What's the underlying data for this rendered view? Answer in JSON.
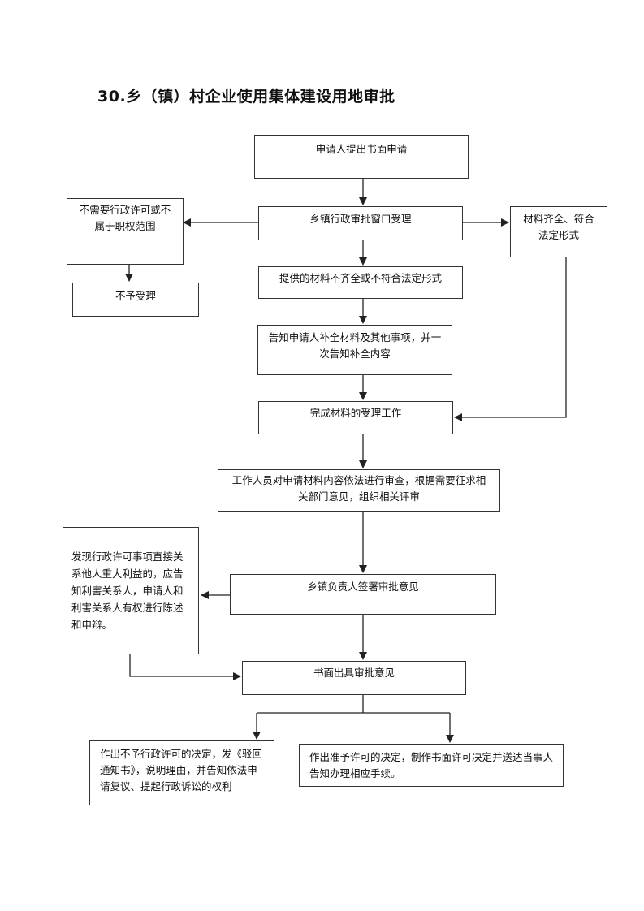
{
  "title": "30.乡（镇）村企业使用集体建设用地审批",
  "nodes": {
    "apply": "申请人提出书面申请",
    "accept_window": "乡镇行政审批窗口受理",
    "not_needed": "不需要行政许可或不属于职权范围",
    "reject_accept": "不予受理",
    "materials_ok": "材料齐全、符合法定形式",
    "materials_incomplete": "提供的材料不齐全或不符合法定形式",
    "notify_supplement": "告知申请人补全材料及其他事项，并一次告知补全内容",
    "complete_acceptance": "完成材料的受理工作",
    "review": "工作人员对申请材料内容依法进行审查，根据需要征求相关部门意见，组织相关评审",
    "interest_notice": "发现行政许可事项直接关系他人重大利益的，应告知利害关系人，申请人和利害关系人有权进行陈述和申辩。",
    "head_sign": "乡镇负责人签署审批意见",
    "written_opinion": "书面出具审批意见",
    "deny_decision": "作出不予行政许可的决定，发《驳回通知书》，说明理由，并告知依法申请复议、提起行政诉讼的权利",
    "approve_decision": "作出准予许可的决定，制作书面许可决定并送达当事人告知办理相应手续。"
  }
}
